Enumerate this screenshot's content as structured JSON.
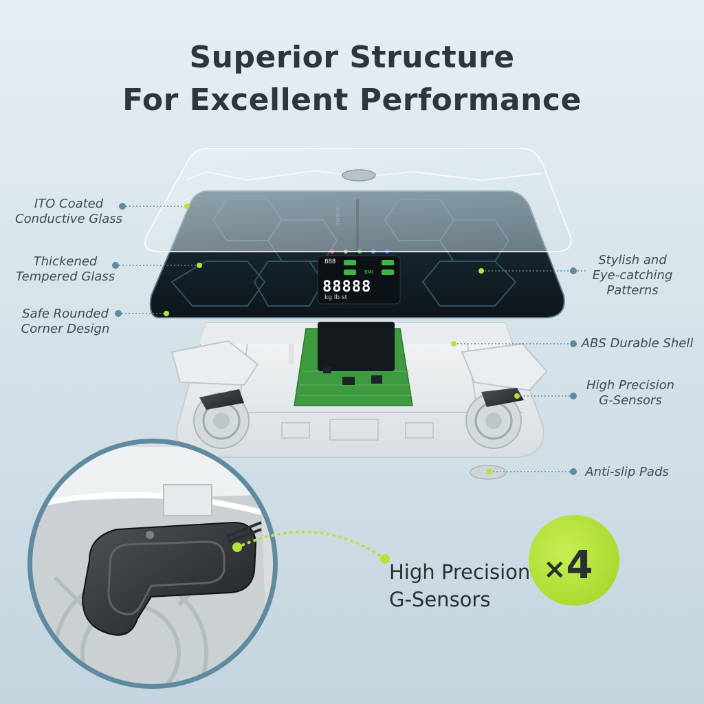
{
  "header": {
    "line1": "Superior Structure",
    "line2": "For Excellent Performance"
  },
  "callouts": {
    "ito_coated": [
      "ITO Coated",
      "Conductive Glass"
    ],
    "tempered": [
      "Thickened",
      "Tempered Glass"
    ],
    "rounded": [
      "Safe Rounded",
      "Corner Design"
    ],
    "patterns": [
      "Stylish and",
      "Eye-catching",
      "Patterns"
    ],
    "shell": "ABS Durable Shell",
    "gsensors": [
      "High Precision",
      "G-Sensors"
    ],
    "pads": "Anti-slip Pads"
  },
  "feature": {
    "lines": [
      "High Precision",
      "G-Sensors"
    ],
    "multiplier_sign": "×",
    "multiplier_count": "4"
  },
  "display": {
    "digits": "88888",
    "units": [
      "kg",
      "lb",
      "st"
    ],
    "small_digits": "888",
    "bmi": "BMI"
  },
  "brand": {
    "logo_text": "INKBIRD"
  },
  "colors": {
    "accent": "#b6e23a",
    "dot_blue": "#5f8aa0",
    "glass_dark": "#1b2a33",
    "pcb_green": "#3a9a3a"
  }
}
